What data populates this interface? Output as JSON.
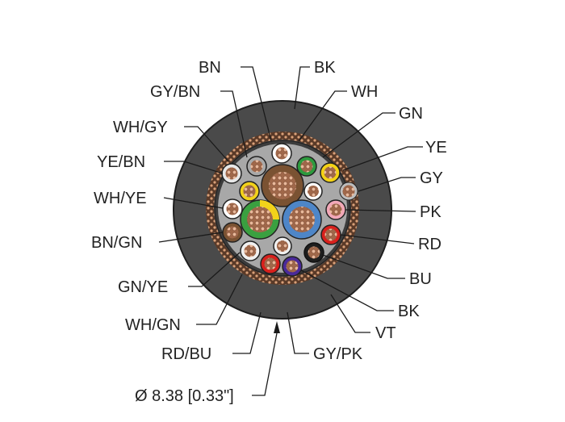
{
  "cable": {
    "jacket_color": "#4a4a4a",
    "labels": {
      "bn": "BN",
      "bk_top": "BK",
      "gy_bn": "GY/BN",
      "wh": "WH",
      "gn": "GN",
      "wh_gy": "WH/GY",
      "ye": "YE",
      "ye_bn": "YE/BN",
      "gy": "GY",
      "wh_ye": "WH/YE",
      "pk": "PK",
      "bn_gn": "BN/GN",
      "rd": "RD",
      "bu": "BU",
      "gn_ye": "GN/YE",
      "bk_bottom": "BK",
      "wh_gn": "WH/GN",
      "vt": "VT",
      "rd_bu": "RD/BU",
      "gy_pk": "GY/PK"
    },
    "diameter": "Ø 8.38 [0.33\"]"
  }
}
